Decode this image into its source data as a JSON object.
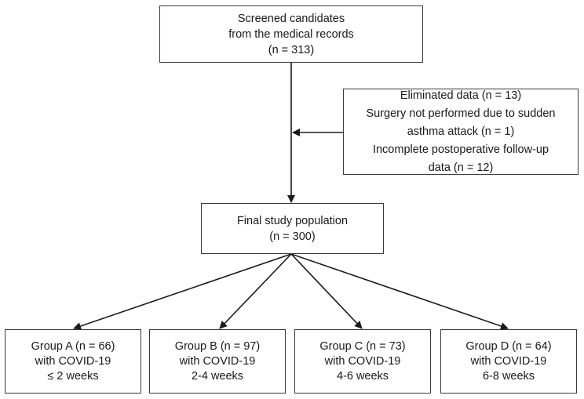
{
  "screened": {
    "line1": "Screened candidates",
    "line2": "from the medical records",
    "line3": "(n = 313)"
  },
  "eliminated": {
    "line1": "Eliminated data  (n = 13)",
    "line2": "Surgery not performed due to sudden",
    "line3": "asthma attack  (n = 1)",
    "line4": "Incomplete postoperative follow-up",
    "line5": "data  (n = 12)"
  },
  "final": {
    "line1": "Final study population",
    "line2": "(n = 300)"
  },
  "groups": [
    {
      "line1": "Group A (n = 66)",
      "line2": "with COVID-19",
      "line3": "≤ 2 weeks"
    },
    {
      "line1": "Group B (n = 97)",
      "line2": "with COVID-19",
      "line3": "2-4 weeks"
    },
    {
      "line1": "Group C (n = 73)",
      "line2": "with COVID-19",
      "line3": "4-6 weeks"
    },
    {
      "line1": "Group D (n = 64)",
      "line2": "with COVID-19",
      "line3": "6-8 weeks"
    }
  ]
}
